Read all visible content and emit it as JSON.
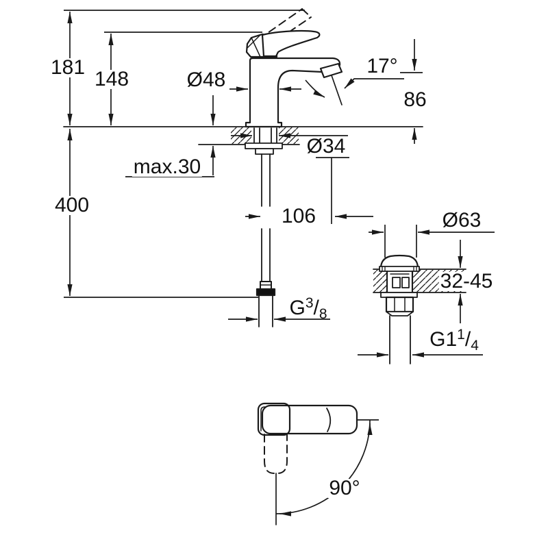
{
  "drawing": {
    "labels": {
      "total_height": "181",
      "handle_height": "148",
      "base_diameter": "Ø48",
      "aerator_angle": "17°",
      "spout_height": "86",
      "max_deck_thickness": "max.30",
      "hole_diameter": "Ø34",
      "hose_length": "400",
      "hose_offset": "106",
      "waste_flange_diameter": "Ø63",
      "waste_deck_range": "32-45",
      "handle_rotation": "90°",
      "supply_thread": {
        "prefix": "G",
        "sup": "3",
        "slash": "/",
        "sub": "8"
      },
      "waste_thread": {
        "prefix": "G1",
        "sup": "1",
        "slash": "/",
        "sub": "4"
      }
    },
    "line_color": "#1a1a1a"
  }
}
